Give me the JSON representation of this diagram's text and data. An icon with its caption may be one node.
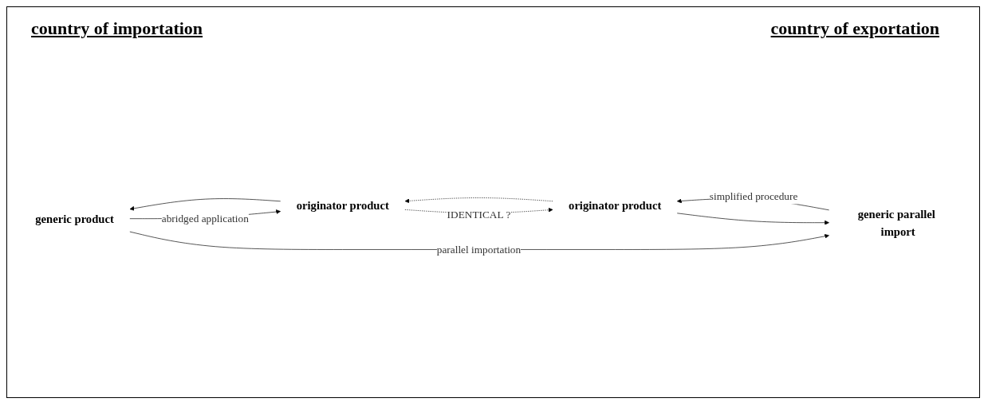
{
  "diagram": {
    "nodes": [
      {
        "text": [
          "generic parallel import"
        ]
      },
      {
        "text": [
          "generic product"
        ]
      },
      {
        "text": [
          "originator product"
        ]
      },
      {
        "text": [
          "originator product"
        ]
      }
    ],
    "edges": [
      {
        "from": 1,
        "to": 0,
        "arrow": "to",
        "label": "parallel importation"
      },
      {
        "from": 0,
        "to": 2,
        "arrow": "to",
        "label": "simplified procedure"
      },
      {
        "from": 2,
        "to": 0,
        "arrow": "to"
      },
      {
        "from": 1,
        "to": 3,
        "arrow": "to",
        "label": "abridged application"
      },
      {
        "from": 3,
        "to": 1,
        "arrow": "to"
      },
      {
        "from": 3,
        "to": 2,
        "arrow": "to",
        "style": "dashed",
        "label": "IDENTICAL ?"
      },
      {
        "from": 2,
        "to": 3,
        "arrow": "to",
        "style": "dashed"
      }
    ],
    "labels": [
      "country of importation",
      "country of exportation"
    ]
  }
}
